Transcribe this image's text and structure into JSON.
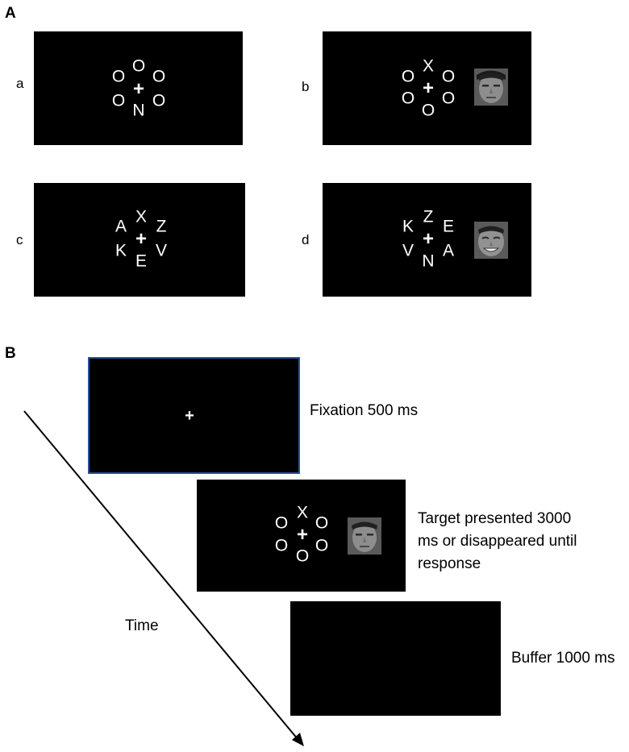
{
  "panel_a": {
    "label": "A",
    "screens": [
      {
        "label": "a",
        "top": "O",
        "bottom": "N",
        "left_top": "O",
        "left_bottom": "O",
        "right_top": "O",
        "right_bottom": "O",
        "fixation": "+",
        "face": false
      },
      {
        "label": "b",
        "top": "X",
        "bottom": "O",
        "left_top": "O",
        "left_bottom": "O",
        "right_top": "O",
        "right_bottom": "O",
        "fixation": "+",
        "face": true,
        "face_expression": "neutral"
      },
      {
        "label": "c",
        "top": "X",
        "bottom": "E",
        "left_top": "A",
        "left_bottom": "K",
        "right_top": "Z",
        "right_bottom": "V",
        "fixation": "+",
        "face": false
      },
      {
        "label": "d",
        "top": "Z",
        "bottom": "N",
        "left_top": "K",
        "left_bottom": "V",
        "right_top": "E",
        "right_bottom": "A",
        "fixation": "+",
        "face": true,
        "face_expression": "smiling"
      }
    ]
  },
  "panel_b": {
    "label": "B",
    "time_label": "Time",
    "fixation": {
      "symbol": "+",
      "caption": "Fixation 500 ms",
      "border_color": "#2a4f9c"
    },
    "target": {
      "top": "X",
      "bottom": "O",
      "left_top": "O",
      "left_bottom": "O",
      "right_top": "O",
      "right_bottom": "O",
      "fixation": "+",
      "caption_lines": [
        "Target presented 3000",
        "ms or disappeared until",
        "response"
      ]
    },
    "buffer": {
      "caption": "Buffer 1000 ms"
    }
  },
  "colors": {
    "screen": "#000000",
    "stimulus": "#ffffff",
    "fixation_border": "#2a4f9c"
  }
}
